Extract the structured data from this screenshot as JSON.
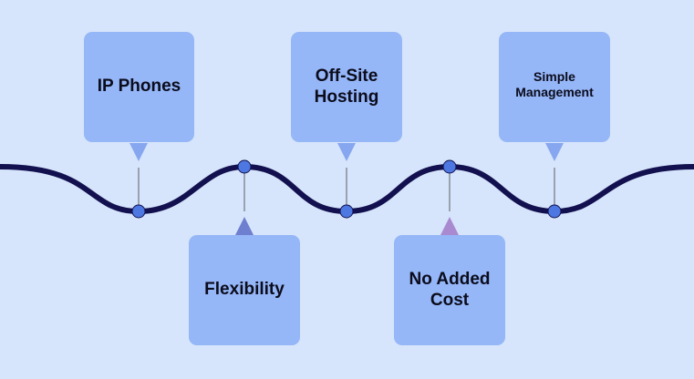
{
  "timeline": {
    "items": [
      {
        "label": "IP Phones"
      },
      {
        "label": "Flexibility"
      },
      {
        "label": "Off-Site\nHosting"
      },
      {
        "label": "No Added\nCost"
      },
      {
        "label": "Simple\nManagement"
      }
    ]
  },
  "colors": {
    "background": "#d6e5fb",
    "card": "#95b6f7",
    "wave": "#12104f",
    "dot": "#4d78e2",
    "connector": "#9aa1b1",
    "pointer_top": "#86a7ef",
    "pointer_bottom": "#6f7fd0",
    "text": "#0b0c1c"
  }
}
